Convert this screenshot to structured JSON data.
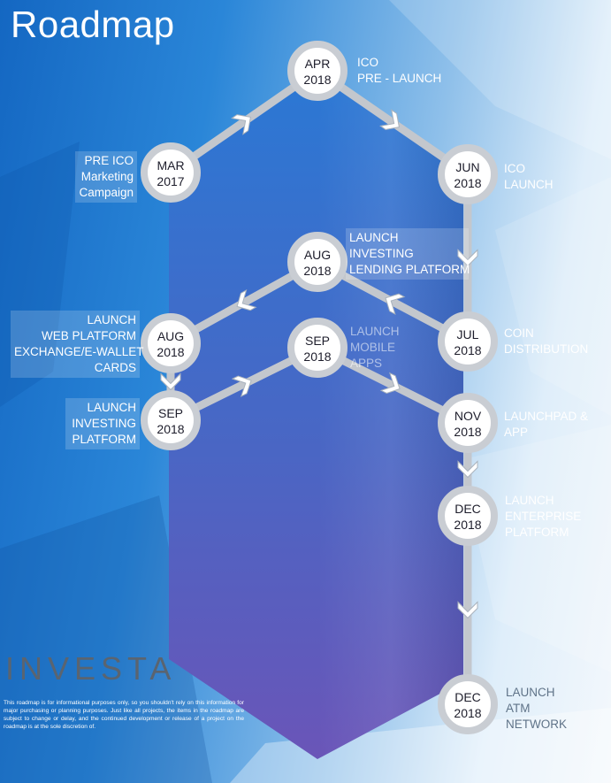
{
  "title": "Roadmap",
  "brand": "INVESTA",
  "disclaimer": "This roadmap is for informational purposes only, so you shouldn't rely on this information for major purchasing or planning purposes. Just like all projects, the items in the roadmap are subject to change or delay, and the continued development or release of a project on the roadmap is at the sole discretion of.",
  "colors": {
    "background_start": "#1467c2",
    "background_end": "#f4f8fc",
    "hexagon_top": "#2b78d4",
    "hexagon_bottom": "#6a55b8",
    "connector": "#c3c7cd",
    "node_ring": "#c9cdd3",
    "label_text": "#ffffff",
    "label_text_dark": "#5f7388",
    "brand": "#5a6470"
  },
  "milestones": [
    {
      "id": "apr-2018",
      "month": "APR",
      "year": "2018",
      "label": [
        "ICO",
        "PRE - LAUNCH"
      ]
    },
    {
      "id": "mar-2017",
      "month": "MAR",
      "year": "2017",
      "label": [
        "PRE ICO",
        "Marketing",
        "Campaign"
      ]
    },
    {
      "id": "jun-2018",
      "month": "JUN",
      "year": "2018",
      "label": [
        "ICO",
        "LAUNCH"
      ]
    },
    {
      "id": "aug-2018-a",
      "month": "AUG",
      "year": "2018",
      "label": [
        "LAUNCH",
        "INVESTING",
        "LENDING PLATFORM"
      ]
    },
    {
      "id": "aug-2018-b",
      "month": "AUG",
      "year": "2018",
      "label": [
        "LAUNCH",
        "WEB PLATFORM",
        "EXCHANGE/E-WALLET",
        "CARDS"
      ]
    },
    {
      "id": "sep-2018-a",
      "month": "SEP",
      "year": "2018",
      "label": [
        "LAUNCH",
        "MOBILE",
        "APPS"
      ]
    },
    {
      "id": "jul-2018",
      "month": "JUL",
      "year": "2018",
      "label": [
        "COIN",
        "DISTRIBUTION"
      ]
    },
    {
      "id": "sep-2018-b",
      "month": "SEP",
      "year": "2018",
      "label": [
        "LAUNCH",
        "INVESTING",
        "PLATFORM"
      ]
    },
    {
      "id": "nov-2018",
      "month": "NOV",
      "year": "2018",
      "label": [
        "LAUNCHPAD &",
        "APP"
      ]
    },
    {
      "id": "dec-2018-a",
      "month": "DEC",
      "year": "2018",
      "label": [
        "LAUNCH",
        "ENTERPRISE",
        "PLATFORM"
      ]
    },
    {
      "id": "dec-2018-b",
      "month": "DEC",
      "year": "2018",
      "label": [
        "LAUNCH",
        "ATM",
        "NETWORK"
      ]
    }
  ]
}
